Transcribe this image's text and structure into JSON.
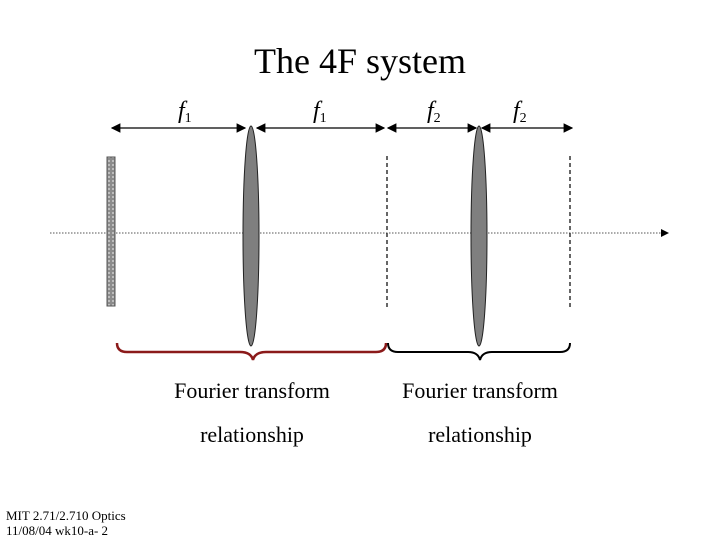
{
  "title": "The 4F system",
  "focal_labels": [
    {
      "symbol": "f",
      "sub": "1"
    },
    {
      "symbol": "f",
      "sub": "1"
    },
    {
      "symbol": "f",
      "sub": "2"
    },
    {
      "symbol": "f",
      "sub": "2"
    }
  ],
  "captions": [
    {
      "line1": "Fourier transform",
      "line2": "relationship"
    },
    {
      "line1": "Fourier transform",
      "line2": "relationship"
    }
  ],
  "footer": {
    "line1": "MIT 2.71/2.710 Optics",
    "line2": "11/08/04 wk10-a- 2"
  },
  "colors": {
    "brace": "#8b1a1a",
    "lens": "#7f7f7f",
    "object": "#9a9a9a"
  }
}
